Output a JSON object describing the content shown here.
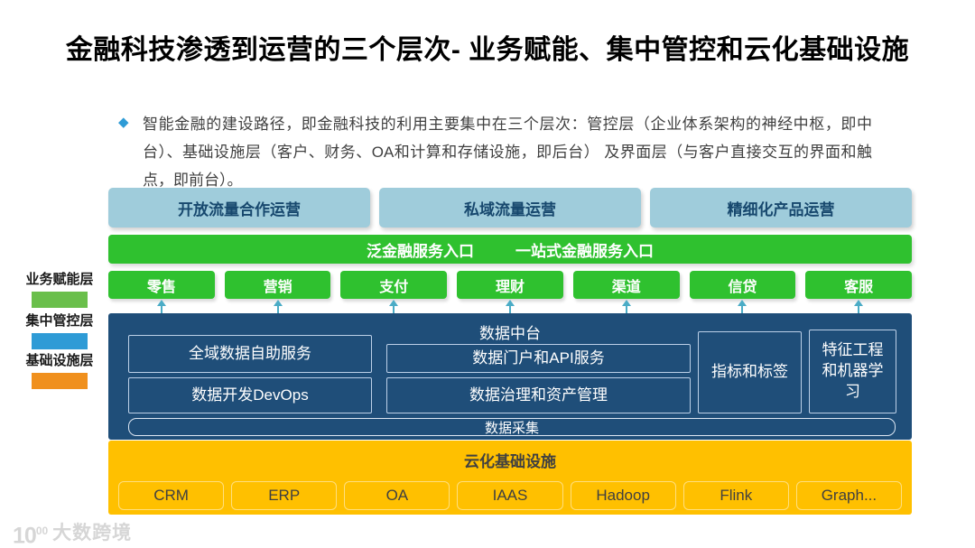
{
  "title": "金融科技渗透到运营的三个层次- 业务赋能、集中管控和云化基础设施",
  "intro": {
    "bullet_icon": "◆",
    "text": "智能金融的建设路径，即金融科技的利用主要集中在三个层次：管控层（企业体系架构的神经中枢，即中台）、基础设施层（客户、财务、OA和计算和存储设施，即后台） 及界面层（与客户直接交互的界面和触点，即前台）。"
  },
  "legend": {
    "items": [
      {
        "label": "业务赋能层",
        "color": "#6abf4b"
      },
      {
        "label": "集中管控层",
        "color": "#2e9bd6"
      },
      {
        "label": "基础设施层",
        "color": "#f0901d"
      }
    ]
  },
  "diagram": {
    "top_row": [
      "开放流量合作运营",
      "私域流量运营",
      "精细化产品运营"
    ],
    "entry_bar": {
      "left": "泛金融服务入口",
      "right": "一站式金融服务入口"
    },
    "business_boxes": [
      "零售",
      "营销",
      "支付",
      "理财",
      "渠道",
      "信贷",
      "客服"
    ],
    "data_platform": {
      "title": "数据中台",
      "left_boxes": [
        "全域数据自助服务",
        "数据开发DevOps"
      ],
      "mid_boxes": [
        "数据门户和API服务",
        "数据治理和资产管理"
      ],
      "right_boxes": [
        "指标和标签",
        "特征工程和机器学习"
      ],
      "bottom_bar": "数据采集"
    },
    "cloud_infra": {
      "title": "云化基础设施",
      "boxes": [
        "CRM",
        "ERP",
        "OA",
        "IAAS",
        "Hadoop",
        "Flink",
        "Graph..."
      ]
    }
  },
  "watermark": {
    "logo_main": "10",
    "logo_sup": "00",
    "brand": "大数跨境"
  },
  "colors": {
    "green": "#2fc12f",
    "navy": "#1f4e79",
    "orange": "#ffc000",
    "light_blue": "#9fccdb",
    "arrow_blue": "#4bacc6",
    "title_text": "#000000",
    "body_text": "#404040"
  }
}
